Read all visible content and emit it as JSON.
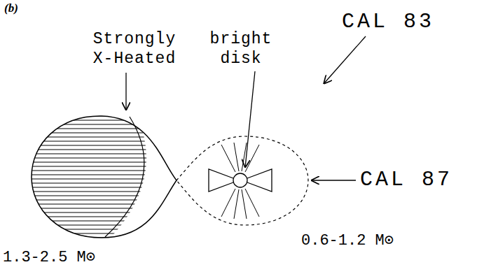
{
  "diagram": {
    "labels": [
      "(b)",
      "CAL 83",
      "Strongly X-Heated",
      "bright disk",
      "CAL 87",
      "1.3-2.5 M⊙",
      "0.6-1.2 M⊙"
    ]
  }
}
